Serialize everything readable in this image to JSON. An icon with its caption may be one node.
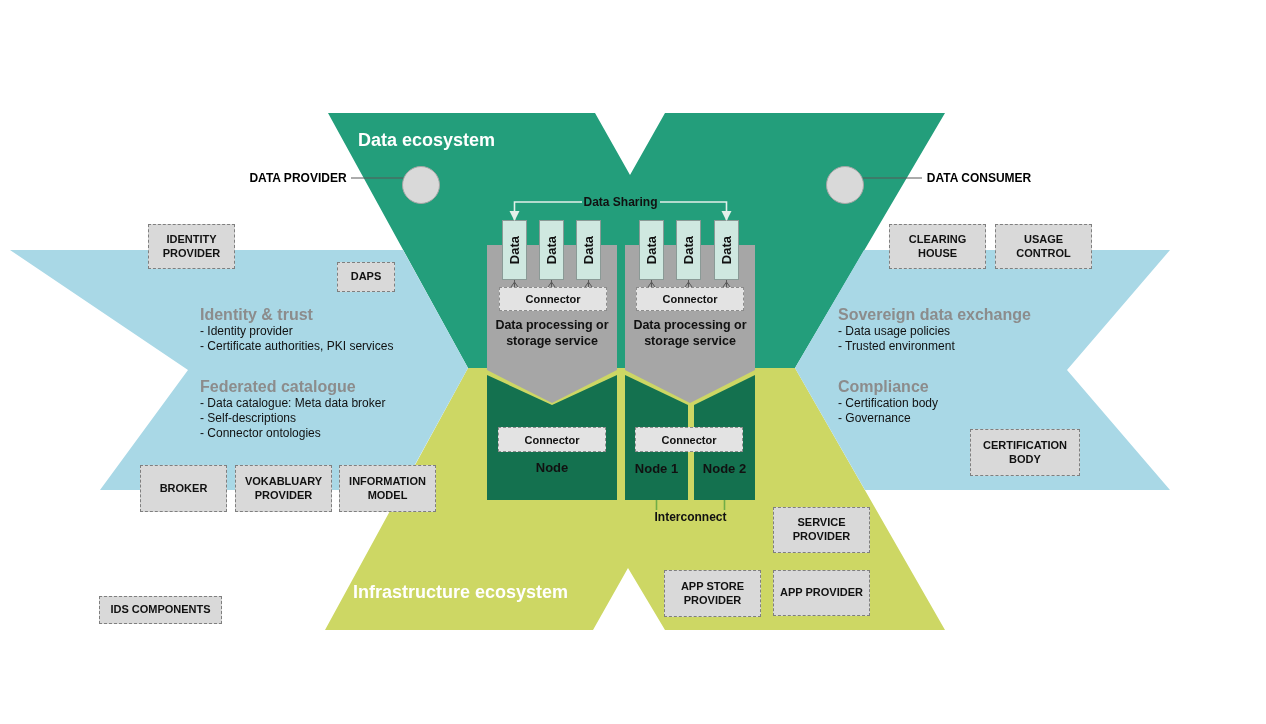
{
  "diagram": {
    "nodes": [
      {
        "text": [
          "Data ecosystem"
        ]
      },
      {
        "text": [
          "DATA PROVIDER"
        ]
      },
      {
        "text": [],
        "shape": "circle",
        "in": 0
      },
      {
        "text": [],
        "shape": "circle",
        "in": 0
      },
      {
        "text": [
          "DATA CONSUMER"
        ]
      },
      {
        "text": [
          "Identity & trust",
          "- Identity provider",
          "- Certificate authorities, PKI services",
          "Federated catalogue",
          "- Data catalogue: Meta data broker",
          "- Self-descriptions",
          "- Connector ontologies"
        ]
      },
      {
        "text": [
          "IDENTITY PROVIDER"
        ]
      },
      {
        "text": [
          "DAPS"
        ],
        "in": 5
      },
      {
        "text": [
          "Sovereign data exchange",
          "- Data usage policies",
          "- Trusted environment",
          "Compliance",
          "- Certification body",
          "- Governance"
        ]
      },
      {
        "text": [
          "CLEARING HOUSE"
        ]
      },
      {
        "text": [
          "USAGE CONTROL"
        ]
      },
      {
        "text": [
          "CERTIFICATION BODY"
        ],
        "in": 8
      },
      {
        "text": [
          "Data processing or storage service"
        ]
      },
      {
        "text": [
          "Data"
        ],
        "in": 0
      },
      {
        "text": [
          "Data"
        ],
        "in": 0
      },
      {
        "text": [
          "Data"
        ],
        "in": 0
      },
      {
        "text": [
          "Connector"
        ]
      },
      {
        "text": [
          "Data processing or storage service"
        ]
      },
      {
        "text": [
          "Data"
        ],
        "in": 0
      },
      {
        "text": [
          "Data"
        ],
        "in": 0
      },
      {
        "text": [
          "Data"
        ],
        "in": 0
      },
      {
        "text": [
          "Connector"
        ]
      },
      {
        "text": [
          "Infrastructure ecosystem"
        ]
      },
      {
        "text": [
          "Node"
        ],
        "in": 22
      },
      {
        "text": [
          "Connector"
        ],
        "in": 23
      },
      {
        "text": [
          "Node 1"
        ],
        "in": 22
      },
      {
        "text": [
          "Node 2"
        ],
        "in": 22
      },
      {
        "text": [
          "Connector"
        ],
        "in": 22
      },
      {
        "text": [
          "BROKER"
        ]
      },
      {
        "text": [
          "VOKABLUARY PROVIDER"
        ]
      },
      {
        "text": [
          "INFORMATION MODEL"
        ]
      },
      {
        "text": [
          "SERVICE PROVIDER"
        ],
        "in": 22
      },
      {
        "text": [
          "APP STORE PROVIDER"
        ],
        "in": 22
      },
      {
        "text": [
          "APP PROVIDER"
        ],
        "in": 22
      },
      {
        "text": [
          "IDS COMPONENTS"
        ]
      }
    ],
    "edges": [
      {
        "from": 1,
        "to": 2,
        "arrow": "none"
      },
      {
        "from": 4,
        "to": 3,
        "arrow": "none"
      },
      {
        "from": 13,
        "to": 20,
        "arrow": "both",
        "label": "Data Sharing",
        "color": "#e2f0ea"
      },
      {
        "from": 13,
        "to": 16,
        "arrow": "other"
      },
      {
        "from": 14,
        "to": 16,
        "arrow": "other"
      },
      {
        "from": 15,
        "to": 16,
        "arrow": "other"
      },
      {
        "from": 18,
        "to": 21,
        "arrow": "other"
      },
      {
        "from": 19,
        "to": 21,
        "arrow": "other"
      },
      {
        "from": 20,
        "to": 21,
        "arrow": "other"
      },
      {
        "from": 25,
        "to": 26,
        "arrow": "none",
        "label": "Interconnect",
        "color": "#70ad47"
      }
    ]
  }
}
